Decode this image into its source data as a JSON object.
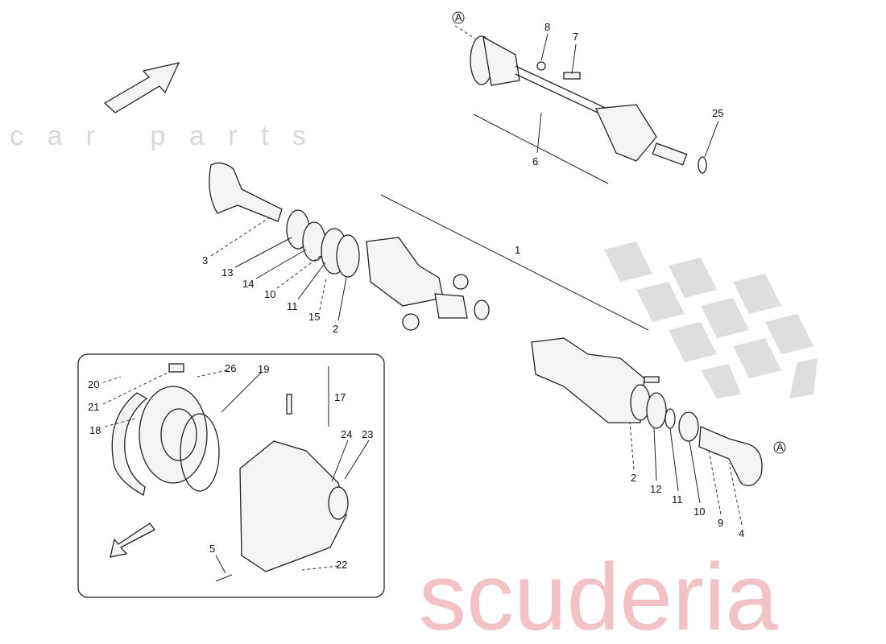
{
  "watermark": {
    "brand": "scuderia",
    "sub": "c a r   p a r t s",
    "brand_color": "#f2b8bb",
    "sub_color": "#d9d9d9",
    "flag_color": "#d6d6d6"
  },
  "reference_marks": {
    "top": "A",
    "right": "A"
  },
  "labels": {
    "l1": "1",
    "l2a": "2",
    "l2b": "2",
    "l3": "3",
    "l4": "4",
    "l5": "5",
    "l6": "6",
    "l7": "7",
    "l8": "8",
    "l9": "9",
    "l10a": "10",
    "l10b": "10",
    "l11a": "11",
    "l11b": "11",
    "l12": "12",
    "l13": "13",
    "l14": "14",
    "l15": "15",
    "l17": "17",
    "l18": "18",
    "l19": "19",
    "l20": "20",
    "l21": "21",
    "l22": "22",
    "l23": "23",
    "l24": "24",
    "l25": "25",
    "l26": "26"
  }
}
